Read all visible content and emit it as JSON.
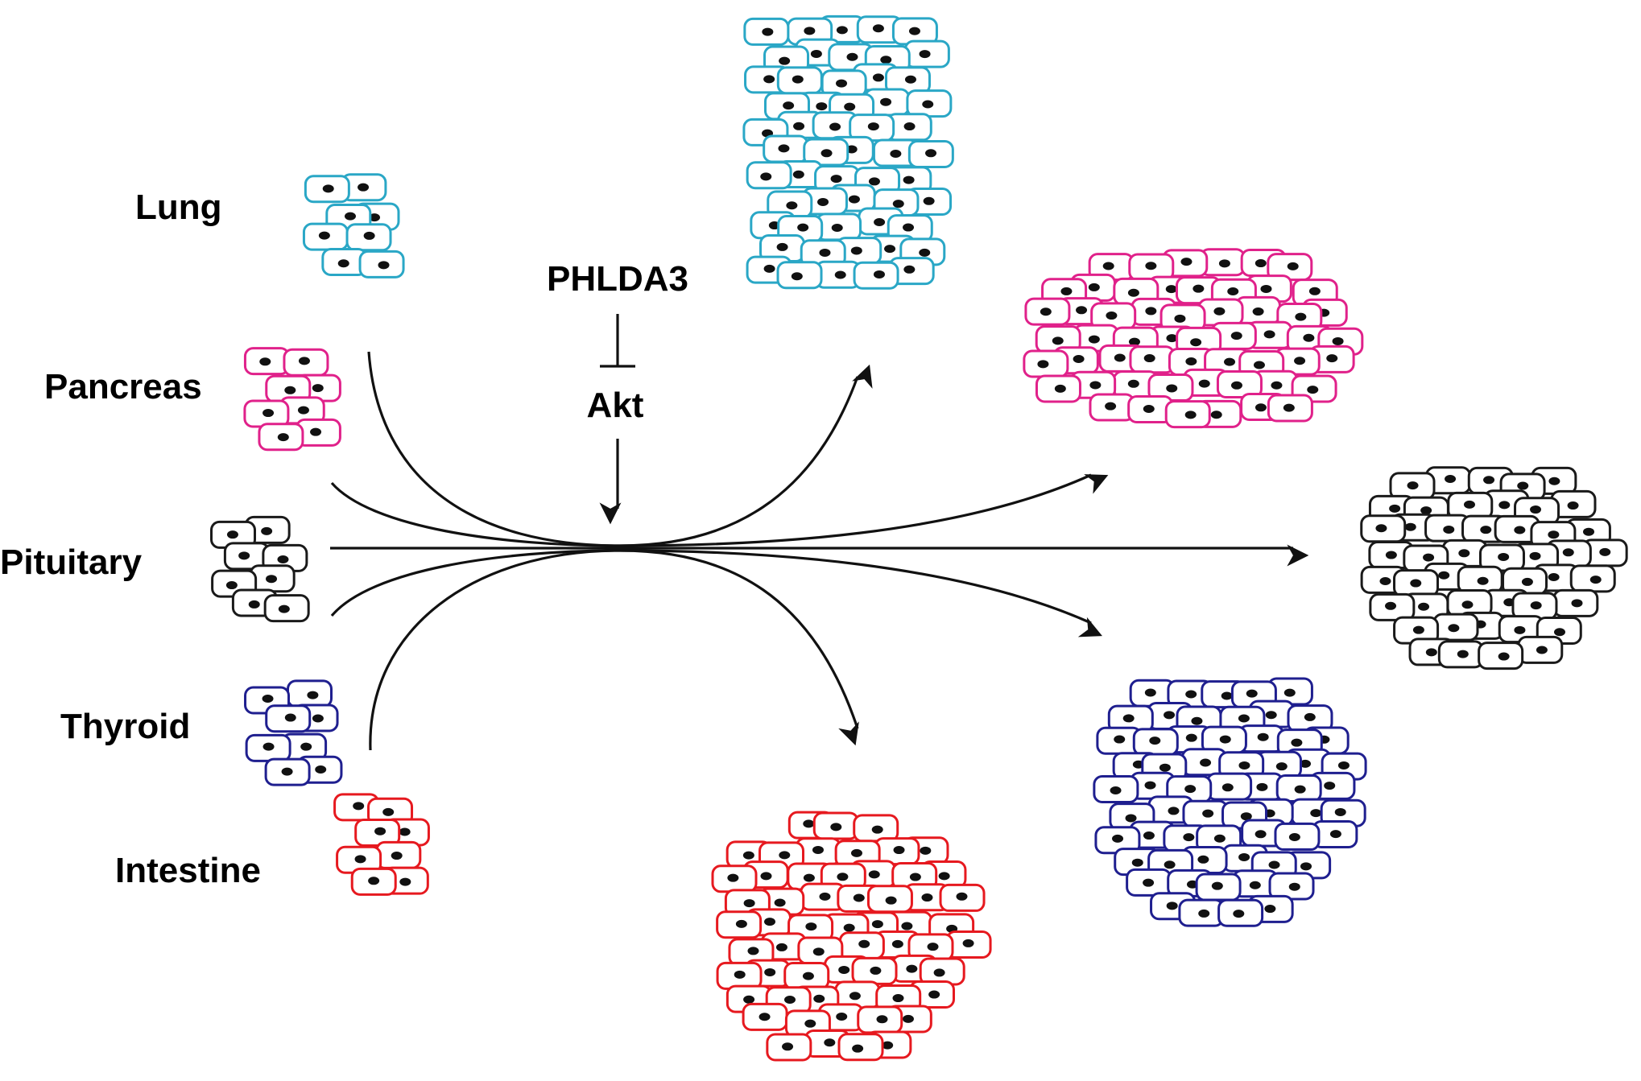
{
  "diagram": {
    "regulator": "PHLDA3",
    "target": "Akt",
    "tissues": [
      {
        "key": "lung",
        "label": "Lung",
        "color": "#2aa7c6"
      },
      {
        "key": "pancreas",
        "label": "Pancreas",
        "color": "#e0218a"
      },
      {
        "key": "pituitary",
        "label": "Pituitary",
        "color": "#1a1a1a"
      },
      {
        "key": "thyroid",
        "label": "Thyroid",
        "color": "#1f1f8f"
      },
      {
        "key": "intestine",
        "label": "Intestine",
        "color": "#e6191f"
      }
    ]
  }
}
